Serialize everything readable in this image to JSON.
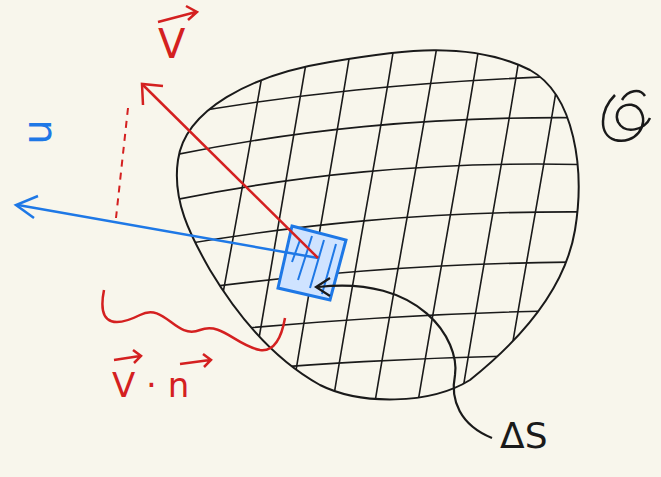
{
  "diagram": {
    "labels": [
      "V",
      "n",
      "V · n",
      "ΔS"
    ]
  }
}
